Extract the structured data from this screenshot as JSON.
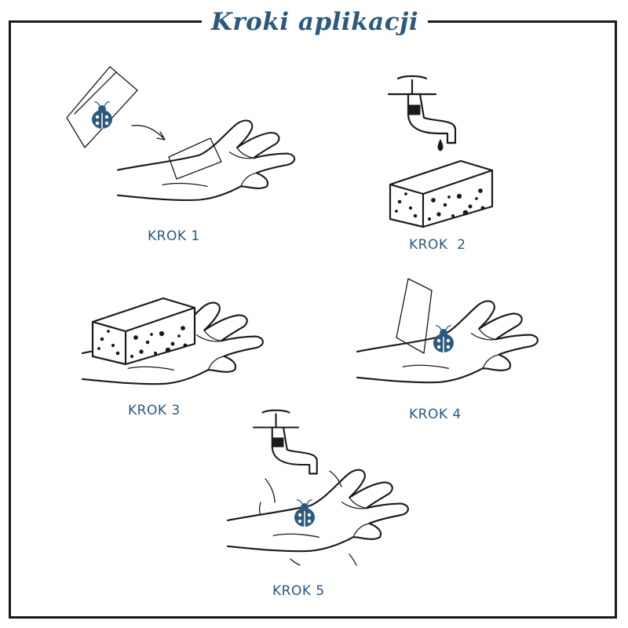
{
  "title": "Kroki aplikacji",
  "steps": [
    {
      "label": "KROK 1",
      "illustration": "hand-applying-tattoo"
    },
    {
      "label": "KROK  2",
      "illustration": "faucet-and-sponge"
    },
    {
      "label": "KROK 3",
      "illustration": "hand-holding-sponge"
    },
    {
      "label": "KROK 4",
      "illustration": "hand-peeling-paper"
    },
    {
      "label": "KROK 5",
      "illustration": "hand-under-faucet"
    }
  ],
  "colors": {
    "accent": "#2b5a7e",
    "ink": "#1a1a1a",
    "background": "#ffffff"
  }
}
